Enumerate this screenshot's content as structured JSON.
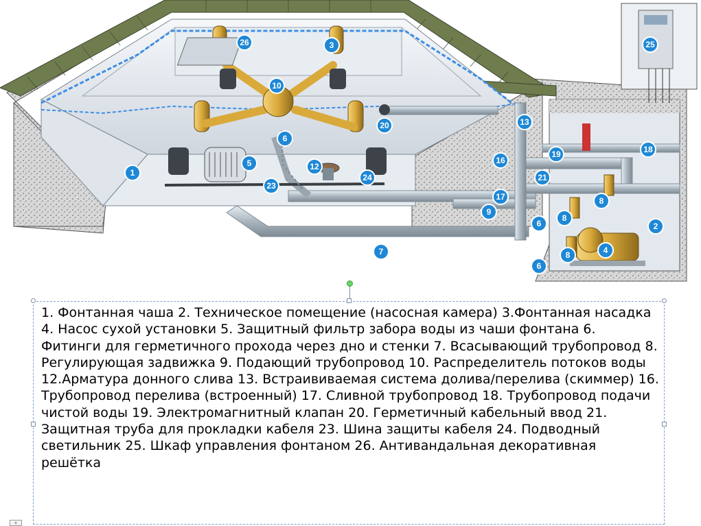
{
  "caption": "1. Фонтанная чаша 2. Техническое помещение (насосная камера)  3.Фонтанная насадка  4. Насос сухой установки  5. Защитный фильтр забора воды из чаши фонтана 6. Фитинги для герметичного прохода через дно и стенки  7. Всасывающий трубопровод  8. Регулирующая задвижка  9. Подающий трубопровод 10. Распределитель потоков воды 12.Арматура донного слива  13. Встраививаемая система долива/перелива (скиммер) 16. Трубопровод перелива (встроенный)  17. Сливной трубопровод  18. Трубопровод подачи чистой воды  19. Электромагнитный клапан  20. Герметичный кабельный ввод 21. Защитная труба для прокладки кабеля  23. Шина защиты кабеля 24. Подводный светильник  25. Шкаф управления фонтаном  26. Антивандальная декоративная решётка",
  "badges": {
    "b1": "1",
    "b2": "2",
    "b3": "3",
    "b4": "4",
    "b5": "5",
    "b6a": "6",
    "b6b": "6",
    "b6c": "6",
    "b7": "7",
    "b8a": "8",
    "b8b": "8",
    "b8c": "8",
    "b9": "9",
    "b10": "10",
    "b12": "12",
    "b13": "13",
    "b16": "16",
    "b17": "17",
    "b18": "18",
    "b19": "19",
    "b20": "20",
    "b21": "21",
    "b23": "23",
    "b24": "24",
    "b25": "25",
    "b26": "26"
  },
  "colors": {
    "badge": "#1e88d6",
    "water": "#3c8ee6",
    "stone_cap": "#6f7c4e",
    "concrete": "#c9c9c9",
    "pipe": "#b8c3cc",
    "brass": "#d9a93a"
  }
}
